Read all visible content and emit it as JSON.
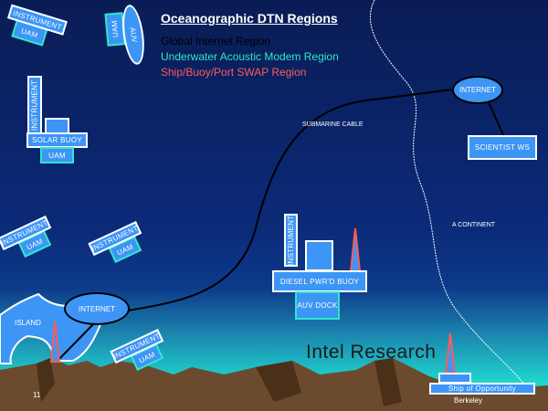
{
  "title": "Oceanographic DTN Regions",
  "legend": [
    {
      "label": "Global Internet Region",
      "color": "#000000"
    },
    {
      "label": "Underwater Acoustic Modem Region",
      "color": "#2ee8c8"
    },
    {
      "label": "Ship/Buoy/Port SWAP Region",
      "color": "#ff5a5a"
    }
  ],
  "labels": {
    "instrument": "INSTRUMENT",
    "uam": "UAM",
    "auv": "AUV",
    "solar_buoy": "SOLAR BUOY",
    "internet": "INTERNET",
    "scientist_ws": "SCIENTIST WS",
    "submarine_cable": "SUBMARINE CABLE",
    "continent": "A CONTINENT",
    "diesel_buoy": "DIESEL PWR'D BUOY",
    "auv_dock": "AUV DOCK",
    "island": "ISLAND",
    "ship": "Ship of Opportunity",
    "berkeley": "Berkeley",
    "intel": "Intel Research"
  },
  "slide_number": "11"
}
